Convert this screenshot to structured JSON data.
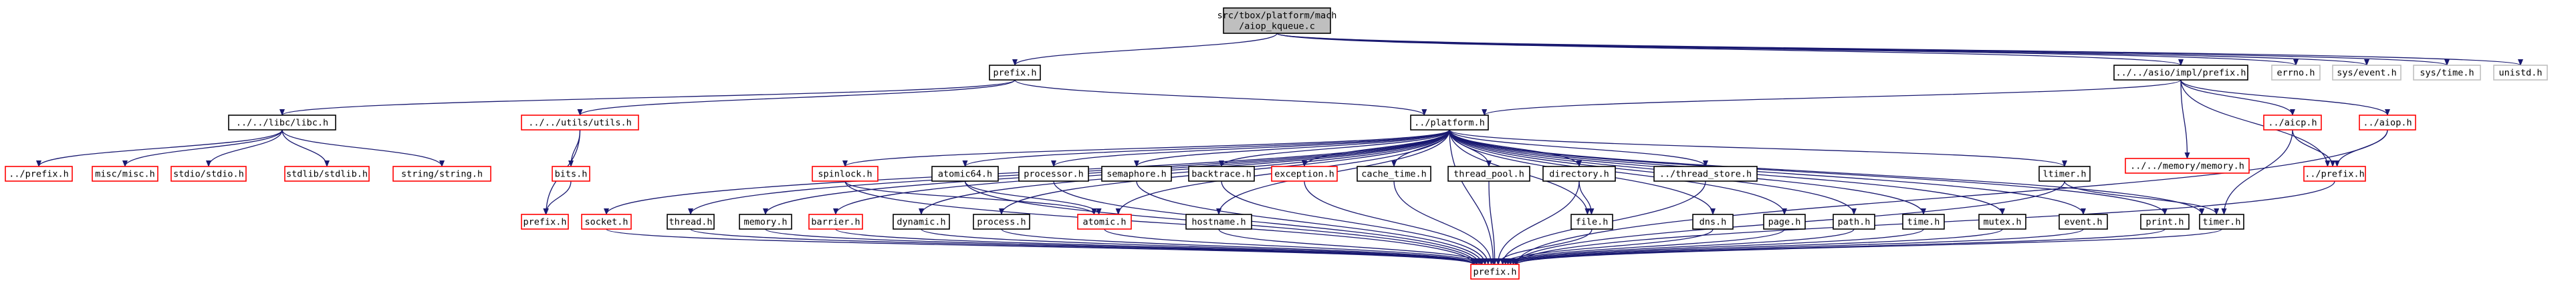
{
  "colors": {
    "edge": "#191970",
    "normal_border": "#000000",
    "missing_border": "#ff0000",
    "none_border": "#bfbfbf",
    "root_fill": "#bfbfbf",
    "node_fill": "#ffffff"
  },
  "nodes": [
    {
      "id": "root",
      "lines": [
        "src/tbox/platform/mach",
        "/aiop_kqueue.c"
      ],
      "style": "root"
    },
    {
      "id": "prefix_h",
      "lines": [
        "prefix.h"
      ],
      "style": "normal"
    },
    {
      "id": "asio_prefix",
      "lines": [
        "../../asio/impl/prefix.h"
      ],
      "style": "normal"
    },
    {
      "id": "errno_h",
      "lines": [
        "errno.h"
      ],
      "style": "none"
    },
    {
      "id": "sys_event_h",
      "lines": [
        "sys/event.h"
      ],
      "style": "none"
    },
    {
      "id": "sys_time_h",
      "lines": [
        "sys/time.h"
      ],
      "style": "none"
    },
    {
      "id": "unistd_h",
      "lines": [
        "unistd.h"
      ],
      "style": "none"
    },
    {
      "id": "libc_libc",
      "lines": [
        "../../libc/libc.h"
      ],
      "style": "normal"
    },
    {
      "id": "utils_utils",
      "lines": [
        "../../utils/utils.h"
      ],
      "style": "missing"
    },
    {
      "id": "platform_h",
      "lines": [
        "../platform.h"
      ],
      "style": "normal"
    },
    {
      "id": "memory_memory",
      "lines": [
        "../../memory/memory.h"
      ],
      "style": "missing"
    },
    {
      "id": "dot_aicp",
      "lines": [
        "../aicp.h"
      ],
      "style": "missing"
    },
    {
      "id": "dot_aiop",
      "lines": [
        "../aiop.h"
      ],
      "style": "missing"
    },
    {
      "id": "l_prefix",
      "lines": [
        "../prefix.h"
      ],
      "style": "missing"
    },
    {
      "id": "misc_misc",
      "lines": [
        "misc/misc.h"
      ],
      "style": "missing"
    },
    {
      "id": "stdio_stdio",
      "lines": [
        "stdio/stdio.h"
      ],
      "style": "missing"
    },
    {
      "id": "stdlib_stdlib",
      "lines": [
        "stdlib/stdlib.h"
      ],
      "style": "missing"
    },
    {
      "id": "string_string",
      "lines": [
        "string/string.h"
      ],
      "style": "missing"
    },
    {
      "id": "bits_h",
      "lines": [
        "bits.h"
      ],
      "style": "missing"
    },
    {
      "id": "u_prefix",
      "lines": [
        "prefix.h"
      ],
      "style": "missing"
    },
    {
      "id": "spinlock",
      "lines": [
        "spinlock.h"
      ],
      "style": "missing"
    },
    {
      "id": "atomic64",
      "lines": [
        "atomic64.h"
      ],
      "style": "normal"
    },
    {
      "id": "processor",
      "lines": [
        "processor.h"
      ],
      "style": "normal"
    },
    {
      "id": "semaphore",
      "lines": [
        "semaphore.h"
      ],
      "style": "normal"
    },
    {
      "id": "backtrace",
      "lines": [
        "backtrace.h"
      ],
      "style": "normal"
    },
    {
      "id": "exception",
      "lines": [
        "exception.h"
      ],
      "style": "missing"
    },
    {
      "id": "cache_time",
      "lines": [
        "cache_time.h"
      ],
      "style": "normal"
    },
    {
      "id": "thread_pool",
      "lines": [
        "thread_pool.h"
      ],
      "style": "normal"
    },
    {
      "id": "directory",
      "lines": [
        "directory.h"
      ],
      "style": "normal"
    },
    {
      "id": "thread_store",
      "lines": [
        "../thread_store.h"
      ],
      "style": "normal"
    },
    {
      "id": "ltimer",
      "lines": [
        "ltimer.h"
      ],
      "style": "normal"
    },
    {
      "id": "socket",
      "lines": [
        "socket.h"
      ],
      "style": "missing"
    },
    {
      "id": "thread",
      "lines": [
        "thread.h"
      ],
      "style": "normal"
    },
    {
      "id": "memory",
      "lines": [
        "memory.h"
      ],
      "style": "normal"
    },
    {
      "id": "barrier",
      "lines": [
        "barrier.h"
      ],
      "style": "missing"
    },
    {
      "id": "dynamic",
      "lines": [
        "dynamic.h"
      ],
      "style": "normal"
    },
    {
      "id": "process",
      "lines": [
        "process.h"
      ],
      "style": "normal"
    },
    {
      "id": "atomic",
      "lines": [
        "atomic.h"
      ],
      "style": "missing"
    },
    {
      "id": "hostname",
      "lines": [
        "hostname.h"
      ],
      "style": "normal"
    },
    {
      "id": "file",
      "lines": [
        "file.h"
      ],
      "style": "normal"
    },
    {
      "id": "dns",
      "lines": [
        "dns.h"
      ],
      "style": "normal"
    },
    {
      "id": "page",
      "lines": [
        "page.h"
      ],
      "style": "normal"
    },
    {
      "id": "path",
      "lines": [
        "path.h"
      ],
      "style": "normal"
    },
    {
      "id": "time",
      "lines": [
        "time.h"
      ],
      "style": "normal"
    },
    {
      "id": "mutex",
      "lines": [
        "mutex.h"
      ],
      "style": "normal"
    },
    {
      "id": "event",
      "lines": [
        "event.h"
      ],
      "style": "normal"
    },
    {
      "id": "print",
      "lines": [
        "print.h"
      ],
      "style": "normal"
    },
    {
      "id": "timer",
      "lines": [
        "timer.h"
      ],
      "style": "normal"
    },
    {
      "id": "b_prefix",
      "lines": [
        "prefix.h"
      ],
      "style": "missing"
    }
  ],
  "edges": [
    [
      "root",
      "prefix_h"
    ],
    [
      "root",
      "asio_prefix"
    ],
    [
      "root",
      "errno_h"
    ],
    [
      "root",
      "sys_event_h"
    ],
    [
      "root",
      "sys_time_h"
    ],
    [
      "root",
      "unistd_h"
    ],
    [
      "prefix_h",
      "libc_libc"
    ],
    [
      "prefix_h",
      "utils_utils"
    ],
    [
      "prefix_h",
      "platform_h"
    ],
    [
      "asio_prefix",
      "platform_h"
    ],
    [
      "asio_prefix",
      "memory_memory"
    ],
    [
      "asio_prefix",
      "dot_aicp"
    ],
    [
      "asio_prefix",
      "dot_aiop"
    ],
    [
      "asio_prefix",
      "l_prefix"
    ],
    [
      "libc_libc",
      "l_prefix_dummy"
    ],
    [
      "libc_libc",
      "misc_misc"
    ],
    [
      "libc_libc",
      "stdio_stdio"
    ],
    [
      "libc_libc",
      "stdlib_stdlib"
    ],
    [
      "libc_libc",
      "string_string"
    ],
    [
      "utils_utils",
      "bits_h"
    ],
    [
      "utils_utils",
      "u_prefix"
    ],
    [
      "bits_h",
      "u_prefix"
    ],
    [
      "dot_aicp",
      "l_prefix"
    ],
    [
      "dot_aicp",
      "timer"
    ],
    [
      "dot_aiop",
      "l_prefix"
    ],
    [
      "dot_aiop",
      "b_prefix"
    ],
    [
      "l_prefix",
      "b_prefix"
    ],
    [
      "platform_h",
      "spinlock"
    ],
    [
      "platform_h",
      "atomic64"
    ],
    [
      "platform_h",
      "processor"
    ],
    [
      "platform_h",
      "semaphore"
    ],
    [
      "platform_h",
      "backtrace"
    ],
    [
      "platform_h",
      "exception"
    ],
    [
      "platform_h",
      "cache_time"
    ],
    [
      "platform_h",
      "thread_pool"
    ],
    [
      "platform_h",
      "directory"
    ],
    [
      "platform_h",
      "thread_store"
    ],
    [
      "platform_h",
      "ltimer"
    ],
    [
      "platform_h",
      "socket"
    ],
    [
      "platform_h",
      "thread"
    ],
    [
      "platform_h",
      "memory"
    ],
    [
      "platform_h",
      "barrier"
    ],
    [
      "platform_h",
      "dynamic"
    ],
    [
      "platform_h",
      "process"
    ],
    [
      "platform_h",
      "atomic"
    ],
    [
      "platform_h",
      "hostname"
    ],
    [
      "platform_h",
      "file"
    ],
    [
      "platform_h",
      "dns"
    ],
    [
      "platform_h",
      "page"
    ],
    [
      "platform_h",
      "path"
    ],
    [
      "platform_h",
      "time"
    ],
    [
      "platform_h",
      "mutex"
    ],
    [
      "platform_h",
      "event"
    ],
    [
      "platform_h",
      "print"
    ],
    [
      "platform_h",
      "timer"
    ],
    [
      "platform_h",
      "b_prefix"
    ],
    [
      "spinlock",
      "atomic"
    ],
    [
      "spinlock",
      "b_prefix"
    ],
    [
      "atomic64",
      "atomic"
    ],
    [
      "atomic64",
      "b_prefix"
    ],
    [
      "processor",
      "b_prefix"
    ],
    [
      "semaphore",
      "b_prefix"
    ],
    [
      "backtrace",
      "b_prefix"
    ],
    [
      "exception",
      "b_prefix"
    ],
    [
      "cache_time",
      "b_prefix"
    ],
    [
      "thread_pool",
      "b_prefix"
    ],
    [
      "directory",
      "file"
    ],
    [
      "directory",
      "b_prefix"
    ],
    [
      "thread_store",
      "b_prefix"
    ],
    [
      "ltimer",
      "timer"
    ],
    [
      "ltimer",
      "b_prefix"
    ],
    [
      "socket",
      "b_prefix"
    ],
    [
      "thread",
      "b_prefix"
    ],
    [
      "memory",
      "b_prefix"
    ],
    [
      "barrier",
      "b_prefix"
    ],
    [
      "dynamic",
      "b_prefix"
    ],
    [
      "process",
      "b_prefix"
    ],
    [
      "atomic",
      "b_prefix"
    ],
    [
      "hostname",
      "b_prefix"
    ],
    [
      "file",
      "b_prefix"
    ],
    [
      "dns",
      "b_prefix"
    ],
    [
      "page",
      "b_prefix"
    ],
    [
      "path",
      "b_prefix"
    ],
    [
      "time",
      "b_prefix"
    ],
    [
      "mutex",
      "b_prefix"
    ],
    [
      "event",
      "b_prefix"
    ],
    [
      "print",
      "b_prefix"
    ],
    [
      "timer",
      "b_prefix"
    ]
  ]
}
